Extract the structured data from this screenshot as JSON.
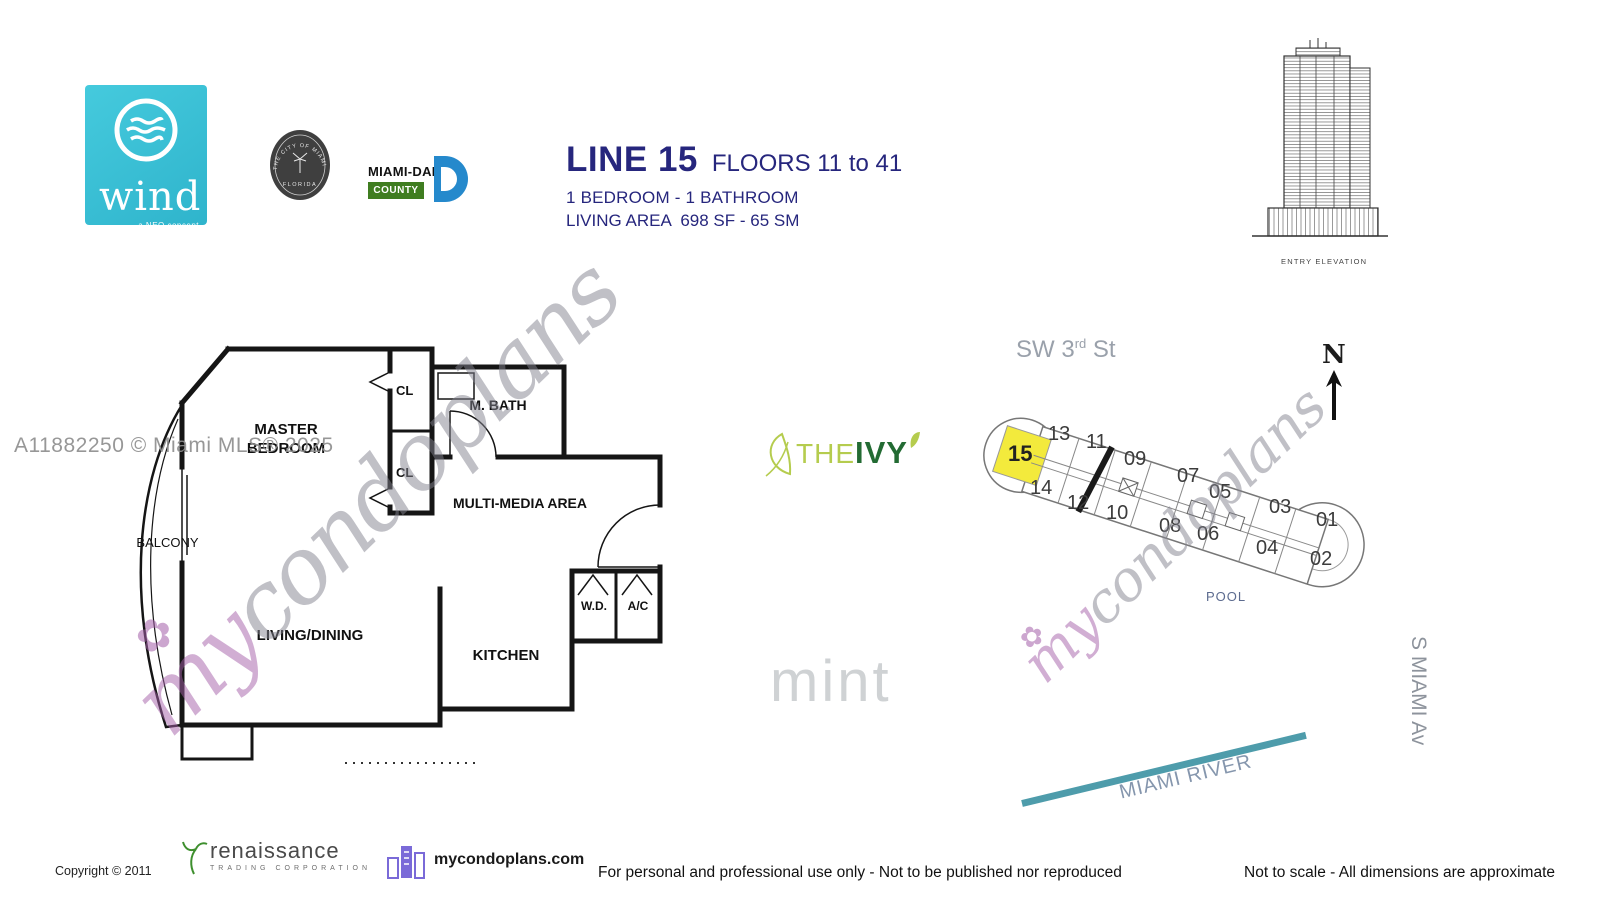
{
  "header": {
    "line_title": "LINE 15",
    "floors": "FLOORS 11 to 41",
    "bed_bath": "1 BEDROOM - 1 BATHROOM",
    "living_area": "LIVING AREA  698 SF - 65 SM"
  },
  "logos": {
    "wind_name": "wind",
    "wind_tagline": "a NEO concept",
    "seal_top": "THE CITY OF MIAMI",
    "seal_bottom": "FLORIDA",
    "miami_dade_line1": "MIAMI-DADE",
    "miami_dade_line2": "COUNTY",
    "ivy_the": "THE",
    "ivy_name": "IVY",
    "mint": "mint",
    "renaissance_name": "renaissance",
    "renaissance_sub": "TRADING CORPORATION",
    "condoplans_site": "mycondoplans.com"
  },
  "elevation_caption": "ENTRY ELEVATION",
  "floor_plan": {
    "master_bedroom": "MASTER BEDROOM",
    "closet_upper": "CL",
    "closet_lower": "CL",
    "master_bath": "M. BATH",
    "multimedia": "MULTI-MEDIA AREA",
    "balcony": "BALCONY",
    "living_dining": "LIVING/DINING",
    "kitchen": "KITCHEN",
    "washer_dryer": "W.D.",
    "ac": "A/C"
  },
  "site_plan": {
    "street_top_prefix": "SW 3",
    "street_top_sup": "rd",
    "street_top_suffix": " St",
    "north_label": "N",
    "pool": "POOL",
    "river": "MIAMI RIVER",
    "street_right": "S MIAMI Av",
    "highlighted_unit": "15",
    "units": [
      "15",
      "13",
      "11",
      "09",
      "07",
      "05",
      "03",
      "01",
      "14",
      "12",
      "10",
      "08",
      "06",
      "04",
      "02"
    ]
  },
  "watermarks": {
    "mls": "A11882250 © Miami MLS® 2025",
    "brand_prefix": "my",
    "brand_suffix": "condoplans"
  },
  "footer": {
    "copyright": "Copyright ©  2011",
    "disclaimer": "For personal and professional use only - Not to be published nor reproduced",
    "scale_note": "Not to scale - All dimensions are approximate"
  },
  "colors": {
    "wind_teal": "#39c2d6",
    "heading_navy": "#26267d",
    "ivy_green_dark": "#236b33",
    "ivy_green_light": "#b5cc4e",
    "highlight_yellow": "#f3ea3c",
    "river_teal": "#4e9cab",
    "county_green": "#3f7d20",
    "county_blue": "#2589cc"
  }
}
